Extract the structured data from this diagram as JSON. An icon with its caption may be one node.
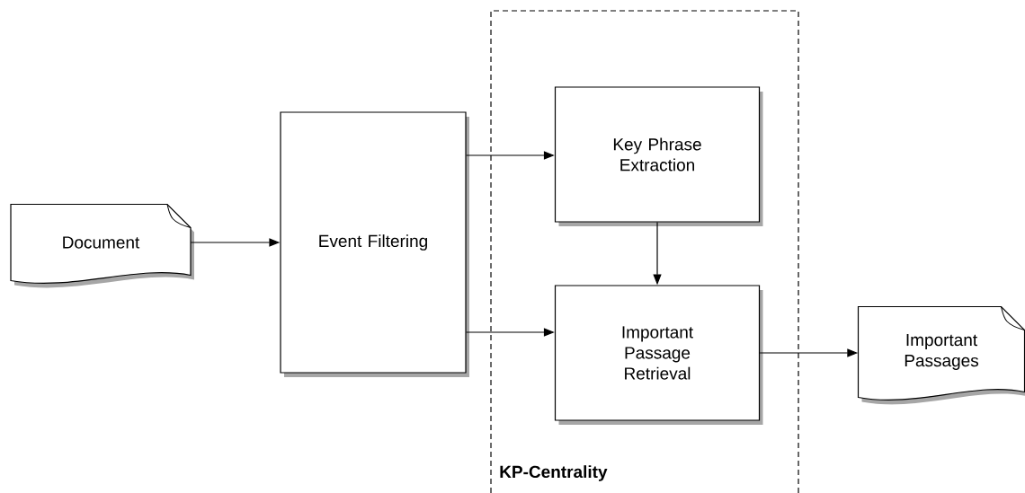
{
  "diagram": {
    "nodes": [
      {
        "text": [
          "KP-Centrality"
        ]
      },
      {
        "text": [
          "Document"
        ]
      },
      {
        "text": [
          "Event Filtering"
        ]
      },
      {
        "text": [
          "Key Phrase Extraction"
        ],
        "in": 0
      },
      {
        "text": [
          "Important Passage Retrieval"
        ],
        "in": 0
      },
      {
        "text": [
          "Important Passages"
        ]
      }
    ],
    "edges": [
      {
        "from": 1,
        "to": 2,
        "arrow": "to"
      },
      {
        "from": 2,
        "to": 3,
        "arrow": "to"
      },
      {
        "from": 2,
        "to": 4,
        "arrow": "to"
      },
      {
        "from": 3,
        "to": 4,
        "arrow": "to"
      },
      {
        "from": 4,
        "to": 5,
        "arrow": "to"
      }
    ]
  }
}
